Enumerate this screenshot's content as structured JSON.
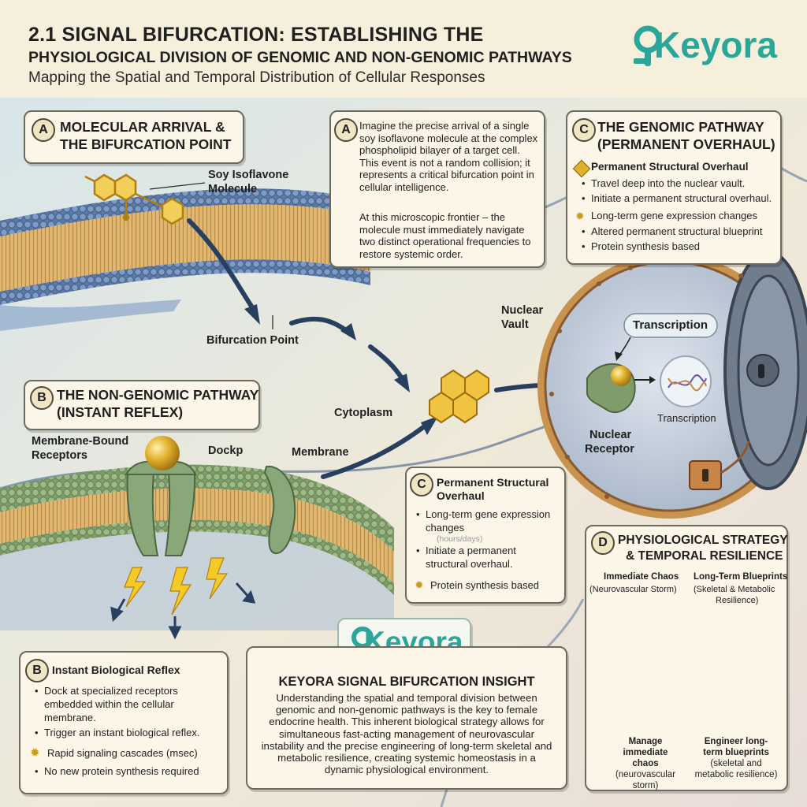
{
  "header": {
    "title_line1": "2.1 SIGNAL BIFURCATION: ESTABLISHING THE",
    "title_line2": "PHYSIOLOGICAL DIVISION OF GENOMIC AND NON-GENOMIC PATHWAYS",
    "subtitle": "Mapping the Spatial and Temporal Distribution of Cellular Responses",
    "logo": "Keyora"
  },
  "section_a": {
    "badge": "A",
    "title_line1": "MOLECULAR ARRIVAL &",
    "title_line2": "THE BIFURCATION POINT",
    "molecule_label_line1": "Soy Isoflavone",
    "molecule_label_line2": "Molecule",
    "bifurcation_label": "Bifurcation Point"
  },
  "intro_box": {
    "badge": "A",
    "para1": "Imagine the precise arrival of a single soy isoflavone molecule at the complex phospholipid bilayer of a target cell. This event is not a random collision; it represents a critical bifurcation point in cellular intelligence.",
    "para2": "At this microscopic frontier – the molecule must immediately navigate two distinct operational frequencies to restore systemic order."
  },
  "section_c": {
    "badge": "C",
    "title_line1": "THE GENOMIC PATHWAY",
    "title_line2": "(PERMANENT OVERHAUL)",
    "sub1": "Permanent Structural Overhaul",
    "bullets1": [
      "Travel deep into the nuclear vault.",
      "Initiate a permanent structural overhaul."
    ],
    "sub2": "Long-term gene expression changes",
    "bullets2": [
      "Altered permanent structural blueprint",
      "Protein synthesis based"
    ]
  },
  "nucleus": {
    "vault_label_line1": "Nuclear",
    "vault_label_line2": "Vault",
    "transcription_bubble": "Transcription",
    "transcription_label": "Transcription",
    "receptor_label_line1": "Nuclear",
    "receptor_label_line2": "Receptor"
  },
  "mid_labels": {
    "cytoplasm": "Cytoplasm",
    "membrane": "Membrane",
    "dockp": "Dockp",
    "membrane_receptors_line1": "Membrane-Bound",
    "membrane_receptors_line2": "Receptors"
  },
  "section_b": {
    "badge": "B",
    "title_line1": "THE NON-GENOMIC PATHWAY",
    "title_line2": "(INSTANT REFLEX)"
  },
  "c_small_box": {
    "badge": "C",
    "title_line1": "Permanent Structural",
    "title_line2": "Overhaul",
    "bullet1": "Long-term gene expression changes",
    "note": "(hours/days)",
    "bullet2": "Initiate a permanent structural overhaul.",
    "extra": "Protein synthesis based"
  },
  "b_small_box": {
    "badge": "B",
    "title": "Instant Biological Reflex",
    "bullets": [
      "Dock at specialized receptors embedded within the cellular membrane.",
      "Trigger an instant biological reflex."
    ],
    "extra1": "Rapid signaling cascades (msec)",
    "extra2": "No new protein synthesis required"
  },
  "insight": {
    "logo": "Keyora",
    "title": "KEYORA SIGNAL BIFURCATION INSIGHT",
    "body": "Understanding the spatial and temporal division between genomic and non-genomic pathways is the key to female endocrine health. This inherent biological strategy allows for simultaneous fast-acting management of neurovascular instability and the precise engineering of long-term skeletal and metabolic resilience, creating systemic homeostasis in a dynamic physiological environment."
  },
  "section_d": {
    "badge": "D",
    "title_line1": "PHYSIOLOGICAL STRATEGY",
    "title_line2": "& TEMPORAL RESILIENCE",
    "left_head": "Immediate Chaos",
    "left_sub": "(Neurovascular Storm)",
    "right_head": "Long-Term Blueprints",
    "right_sub_line1": "(Skeletal & Metabolic",
    "right_sub_line2": "Resilience)",
    "left_bottom_line1": "Manage",
    "left_bottom_line2": "immediate chaos",
    "left_bottom_line3": "(neurovascular",
    "left_bottom_line4": "storm)",
    "right_bottom_line1": "Engineer long-",
    "right_bottom_line2": "term blueprints",
    "right_bottom_line3": "(skeletal and",
    "right_bottom_line4": "metabolic resilience)"
  },
  "colors": {
    "accent": "#2aa79a",
    "molecule_gold": "#d9a520",
    "membrane_blue": "#3f5f8a",
    "vault_steel": "#6f7d8c",
    "paper": "#fbf6e8"
  }
}
